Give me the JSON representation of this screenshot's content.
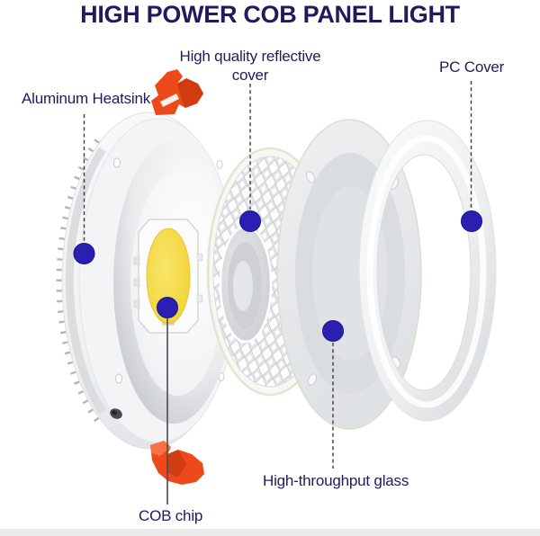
{
  "title": "HIGH POWER COB PANEL LIGHT",
  "callouts": {
    "aluminum_heatsink": {
      "label": "Aluminum Heatsink"
    },
    "reflective_cover": {
      "label": "High quality reflective cover"
    },
    "pc_cover": {
      "label": "PC Cover"
    },
    "glass": {
      "label": "High-throughput glass"
    },
    "cob_chip": {
      "label": "COB chip"
    }
  },
  "colors": {
    "navy": "#201c5c",
    "dot-blue": "#2a1fb0",
    "clip-orange": "#ed4a1b",
    "clip-orange-dark": "#c83a0e",
    "cob-yellow": "#f2d63e"
  }
}
